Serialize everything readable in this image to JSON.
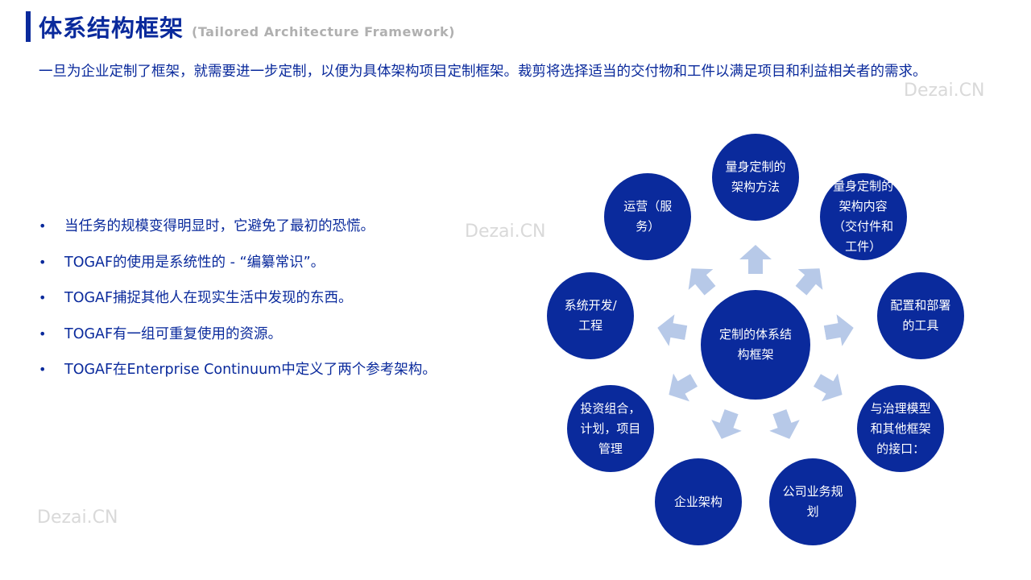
{
  "header": {
    "title": "体系结构框架",
    "subtitle": "(Tailored  Architecture  Framework)"
  },
  "intro": "一旦为企业定制了框架，就需要进一步定制，以便为具体架构项目定制框架。裁剪将选择适当的交付物和工件以满足项目和利益相关者的需求。",
  "watermark": "Dezai.CN",
  "bullets": [
    {
      "dot": "•",
      "text": "当任务的规模变得明显时，它避免了最初的恐慌。"
    },
    {
      "dot": "•",
      "text": "TOGAF的使用是系统性的 - “编纂常识”。"
    },
    {
      "dot": "•",
      "text": "TOGAF捕捉其他人在现实生活中发现的东西。"
    },
    {
      "dot": "•",
      "text": "TOGAF有一组可重复使用的资源。"
    },
    {
      "dot": "•",
      "text": "TOGAF在Enterprise Continuum中定义了两个参考架构。"
    }
  ],
  "diagram": {
    "center": "定制的体系结构框架",
    "nodes": [
      "量身定制的架构方法",
      "量身定制的架构内容（交付件和工件）",
      "配置和部署的工具",
      "与治理模型和其他框架的接口：",
      "公司业务规划",
      "企业架构",
      "投资组合，计划，项目管理",
      "系统开发/工程",
      "运营（服务）"
    ]
  },
  "colors": {
    "primary": "#0a2a9c",
    "arrow": "#b7c9e8",
    "watermark": "#d9d9d9",
    "subtitle": "#b0b0b0"
  }
}
